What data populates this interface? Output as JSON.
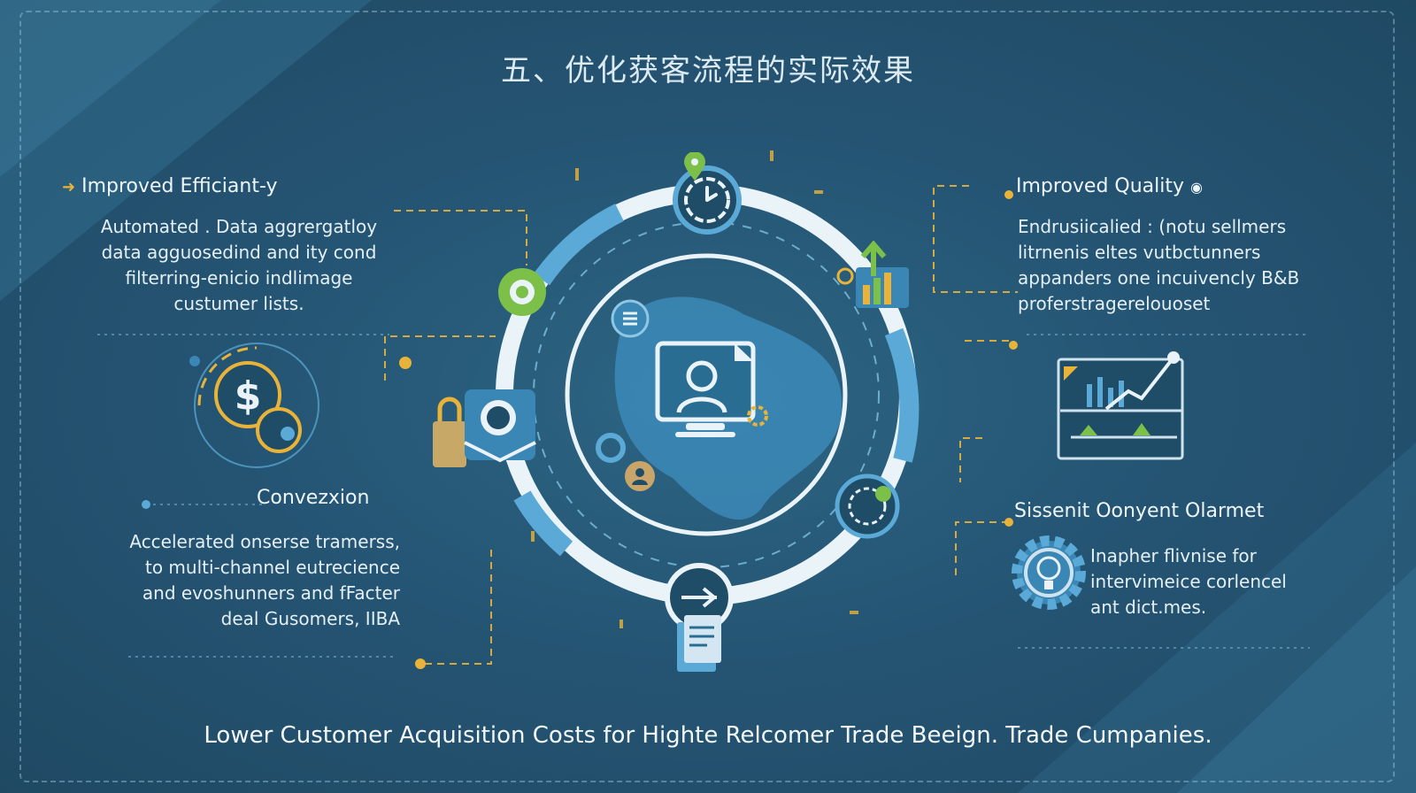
{
  "title": "五、优化获客流程的实际效果",
  "efficiency": {
    "heading": "Improved Efficiant-y",
    "lines": [
      "Automated . Data aggrergatloy",
      "data agguosedind and ity cond",
      "filterring-enicio indlimage",
      "custumer lists."
    ]
  },
  "quality": {
    "heading": "Improved Quality",
    "lines": [
      "Endrusiicalied : (notu sellmers",
      "litrnenis eltes vutbctunners",
      "appanders one incuivencly B&B",
      "proferstragerelouoset"
    ]
  },
  "conversion": {
    "heading": "Convezxion",
    "lines": [
      "Accelerated onserse tramerss,",
      "to multi-channel eutrecience",
      "and evoshunners and fFacter",
      "deal Gusomers, IIBA"
    ]
  },
  "omnichannel": {
    "heading": "Sissenit Oonyent Olarmet",
    "lines": [
      "Inapher flivnise for",
      "intervimeice corlencel",
      "ant dict.mes."
    ]
  },
  "footer": "Lower Customer Acquisition Costs for Highte Relcomer Trade Beeign. Trade Cumpanies.",
  "colors": {
    "accent_gold": "#e9b33a",
    "accent_green": "#7cc04a",
    "ring_white": "#eaf3f8",
    "ring_blue": "#5aa9d6"
  },
  "icons": [
    "clock-icon",
    "location-pin-icon",
    "growth-chart-icon",
    "user-profile-icon",
    "document-icon",
    "dollar-coin-icon",
    "lock-icon",
    "bar-chart-icon",
    "gear-icon",
    "lightbulb-icon"
  ]
}
